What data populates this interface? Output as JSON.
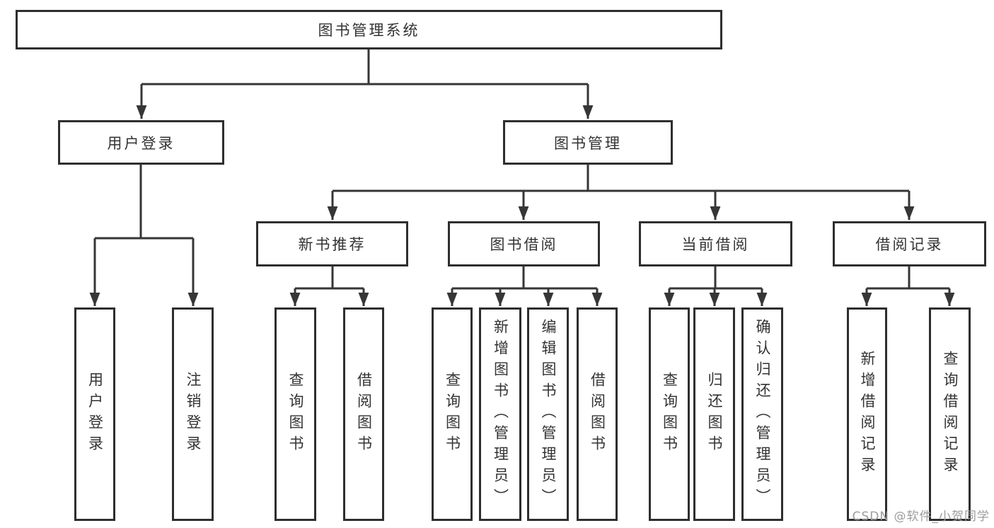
{
  "diagram": {
    "title_node": {
      "label": "图书管理系统"
    },
    "level2": [
      {
        "label": "用户登录"
      },
      {
        "label": "图书管理"
      }
    ],
    "level3": [
      {
        "label": "新书推荐",
        "parent": "图书管理"
      },
      {
        "label": "图书借阅",
        "parent": "图书管理"
      },
      {
        "label": "当前借阅",
        "parent": "图书管理"
      },
      {
        "label": "借阅记录",
        "parent": "图书管理"
      }
    ],
    "leaves": [
      {
        "label": "用户登录",
        "parent": "用户登录"
      },
      {
        "label": "注销登录",
        "parent": "用户登录"
      },
      {
        "label": "查询图书",
        "parent": "新书推荐"
      },
      {
        "label": "借阅图书",
        "parent": "新书推荐"
      },
      {
        "label": "查询图书",
        "parent": "图书借阅"
      },
      {
        "label": "新增图书（管理员）",
        "parent": "图书借阅"
      },
      {
        "label": "编辑图书（管理员）",
        "parent": "图书借阅"
      },
      {
        "label": "借阅图书",
        "parent": "图书借阅"
      },
      {
        "label": "查询图书",
        "parent": "当前借阅"
      },
      {
        "label": "归还图书",
        "parent": "当前借阅"
      },
      {
        "label": "确认归还（管理员）",
        "parent": "当前借阅"
      },
      {
        "label": "新增借阅记录",
        "parent": "借阅记录"
      },
      {
        "label": "查询借阅记录",
        "parent": "借阅记录"
      }
    ]
  },
  "watermark": {
    "text": "CSDN @软件_小贺同学"
  },
  "colors": {
    "line": "#363636",
    "box_border": "#2e2e2e",
    "text": "#333333",
    "watermark": "#9c9c9c",
    "background": "#ffffff"
  }
}
